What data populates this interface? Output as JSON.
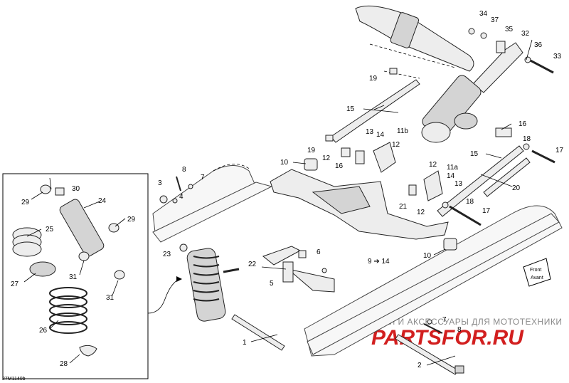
{
  "figure_code": "27M1140b",
  "watermark": {
    "top_line": "ЗАПЧАСТИ И АКСЕССУАРЫ ДЛЯ МОТОТЕХНИКИ",
    "brand": "PARTSFOR.RU"
  },
  "front_marker": {
    "line1": "Front",
    "line2": "Avant"
  },
  "callouts": {
    "c1": "1",
    "c2": "2",
    "c3": "3",
    "c4": "4",
    "c5": "5",
    "c6": "6",
    "c7a": "7",
    "c7b": "7",
    "c8a": "8",
    "c8b": "8",
    "c9": "9 ➔ 14",
    "c10a": "10",
    "c10b": "10",
    "c11a": "11a",
    "c11b": "11b",
    "c12a": "12",
    "c12b": "12",
    "c12c": "12",
    "c12d": "12",
    "c13a": "13",
    "c13b": "13",
    "c14a": "14",
    "c14b": "14",
    "c15a": "15",
    "c15b": "15",
    "c16a": "16",
    "c16b": "16",
    "c17a": "17",
    "c17b": "17",
    "c18a": "18",
    "c18b": "18",
    "c19a": "19",
    "c19b": "19",
    "c20": "20",
    "c21": "21",
    "c22": "22",
    "c23": "23",
    "c24": "24",
    "c25": "25",
    "c26": "26",
    "c27": "27",
    "c28": "28",
    "c29a": "29",
    "c29b": "29",
    "c30": "30",
    "c31a": "31",
    "c31b": "31",
    "c32": "32",
    "c33": "33",
    "c34": "34",
    "c35": "35",
    "c36": "36",
    "c37": "37"
  }
}
